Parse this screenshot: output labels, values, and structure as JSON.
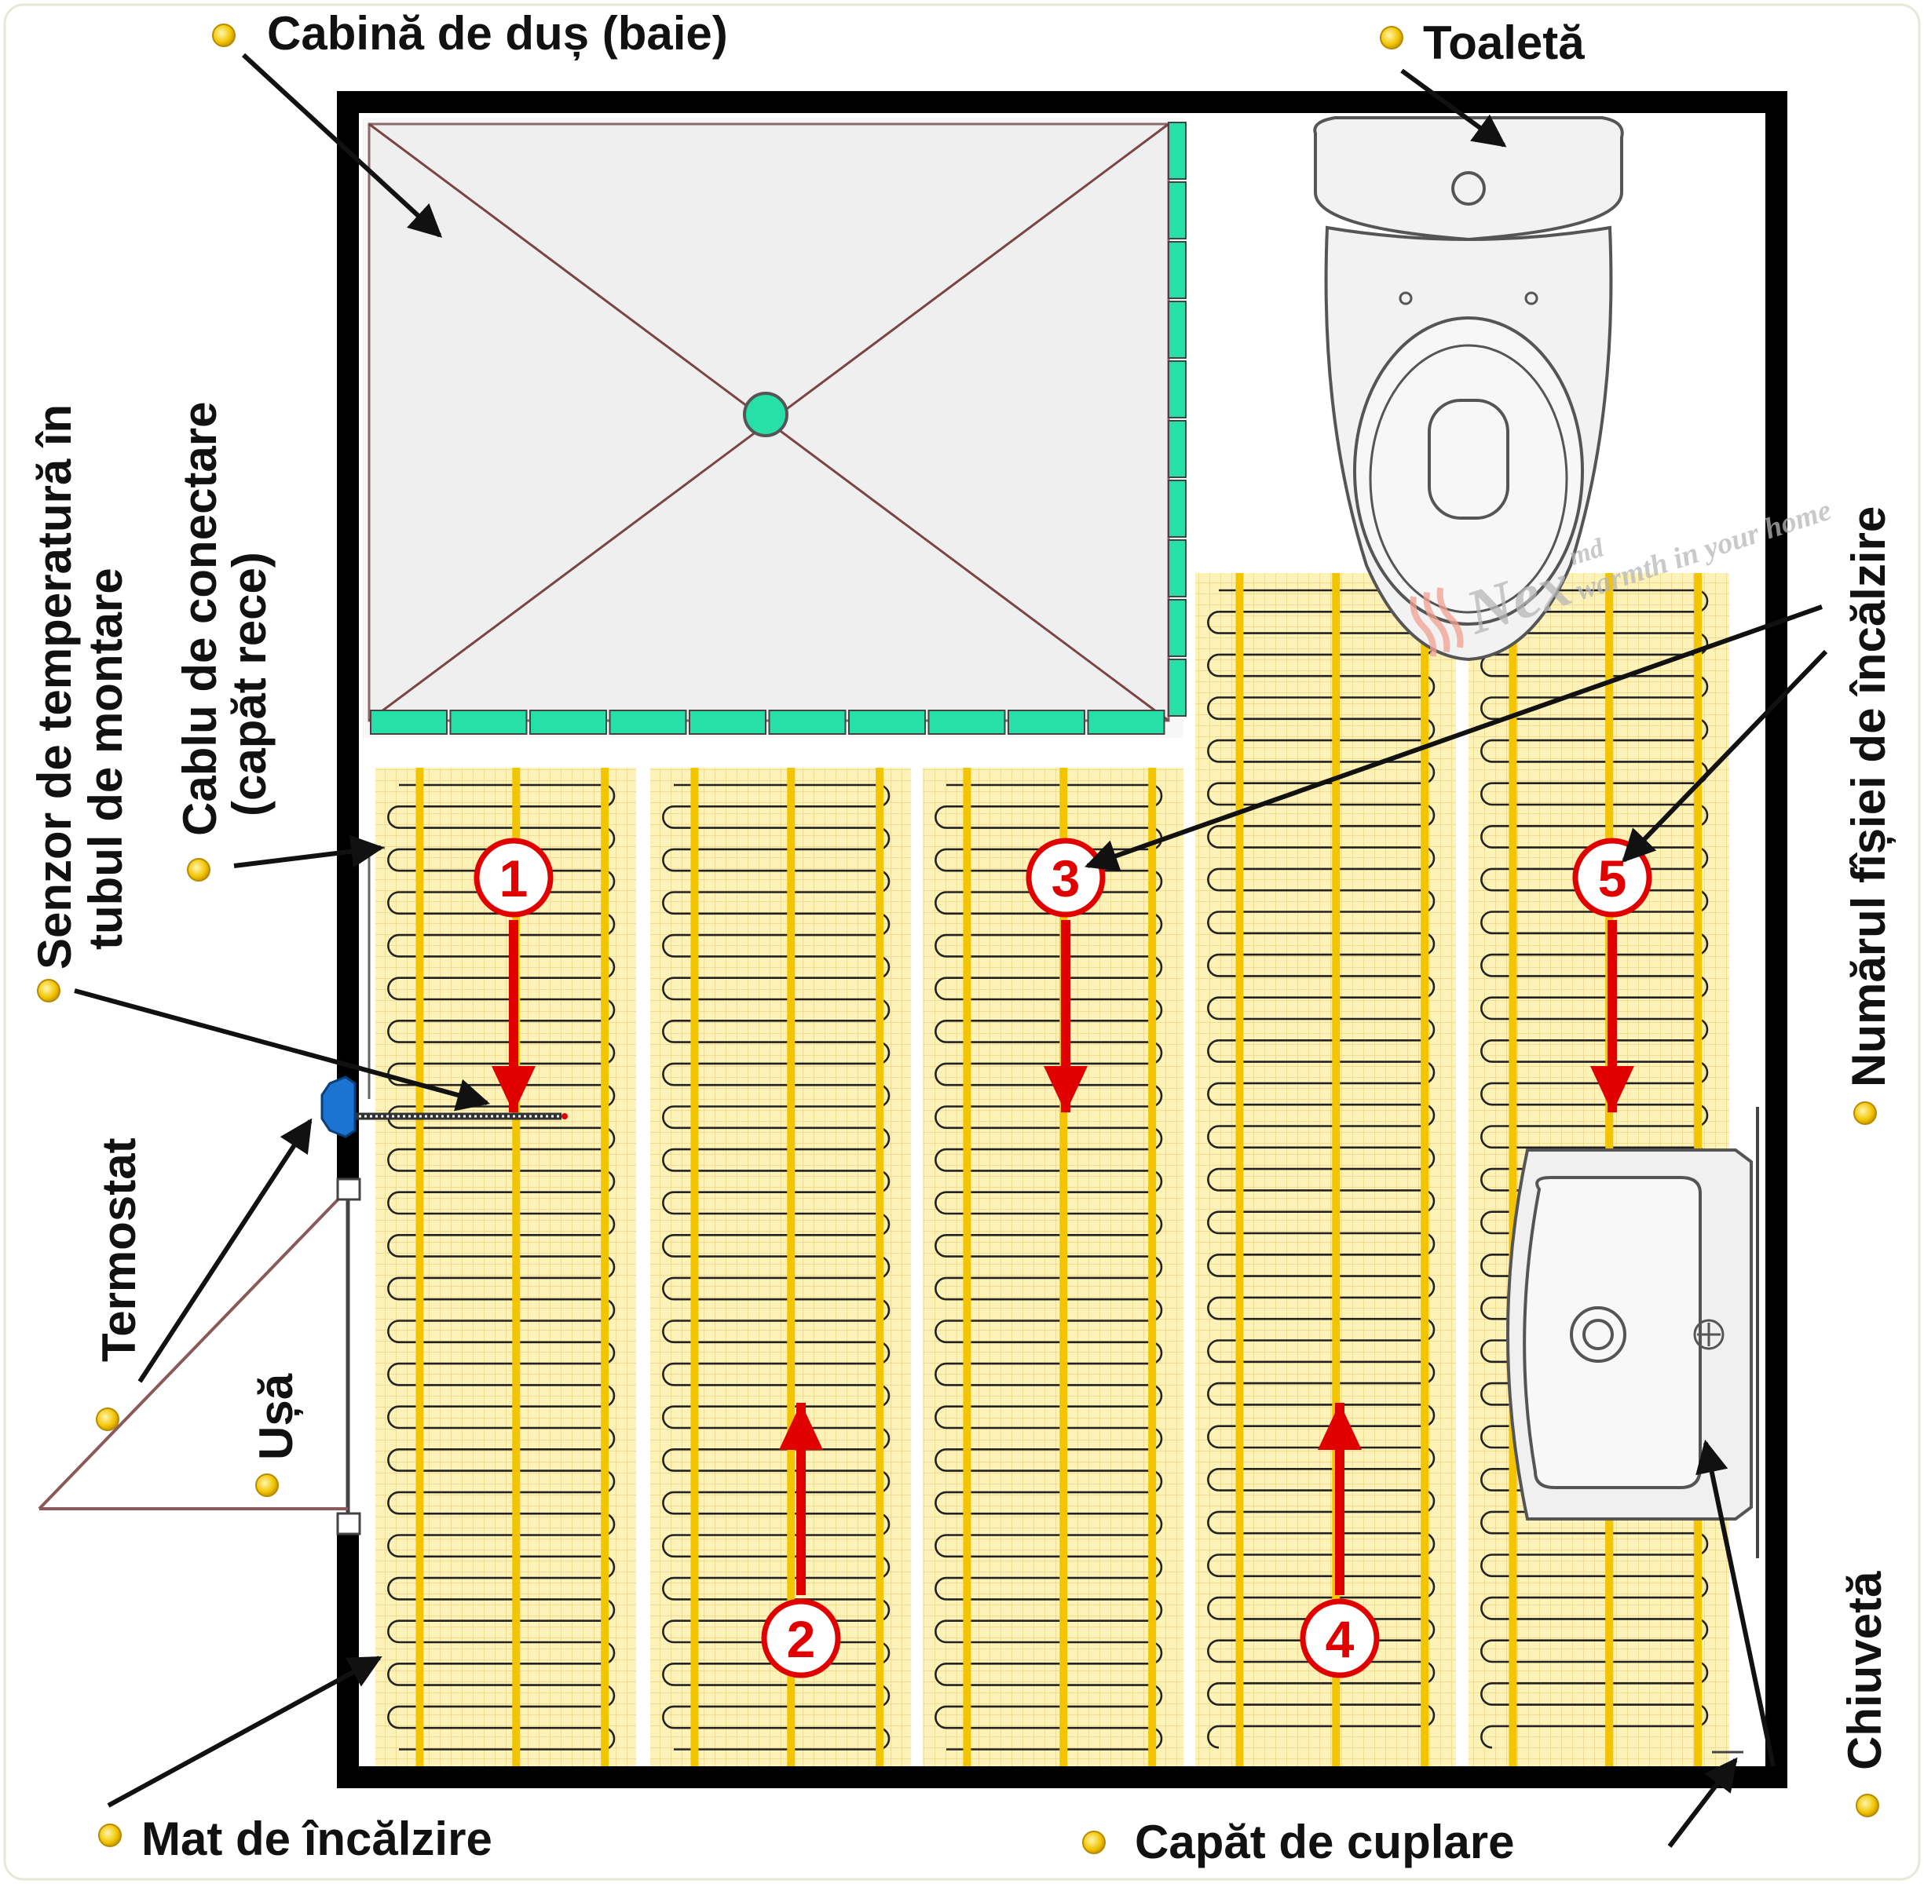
{
  "labels": {
    "shower": "Cabină de duș (baie)",
    "toilet": "Toaletă",
    "sensor_line1": "Senzor de temperatură în",
    "sensor_line2": "tubul de montare",
    "cable_line1": "Cablu de conectare",
    "cable_line2": "(capăt rece)",
    "strip_number": "Numărul fîșiei de încălzire",
    "thermostat": "Termostat",
    "door": "Ușă",
    "sink": "Chiuvetă",
    "mat": "Mat de încălzire",
    "coupling_end": "Capăt de cuplare"
  },
  "strips": [
    "1",
    "2",
    "3",
    "4",
    "5"
  ],
  "strip_direction": [
    "down",
    "up",
    "down",
    "up",
    "down"
  ],
  "watermark": {
    "brand": "Nex",
    "suffix": "md",
    "tagline": "warmth in your home"
  },
  "colors": {
    "mat": "#fdf2b8",
    "cable": "#f2c500",
    "tile": "#27e0a8",
    "arrow": "#e10000",
    "wall": "#000000",
    "bullet": "#f2c500",
    "thermostat": "#1b73d2"
  },
  "icons": [
    "bullet-icon",
    "toilet-icon",
    "sink-icon",
    "shower-drain-icon",
    "thermostat-icon",
    "door-icon",
    "arrow-icon"
  ]
}
